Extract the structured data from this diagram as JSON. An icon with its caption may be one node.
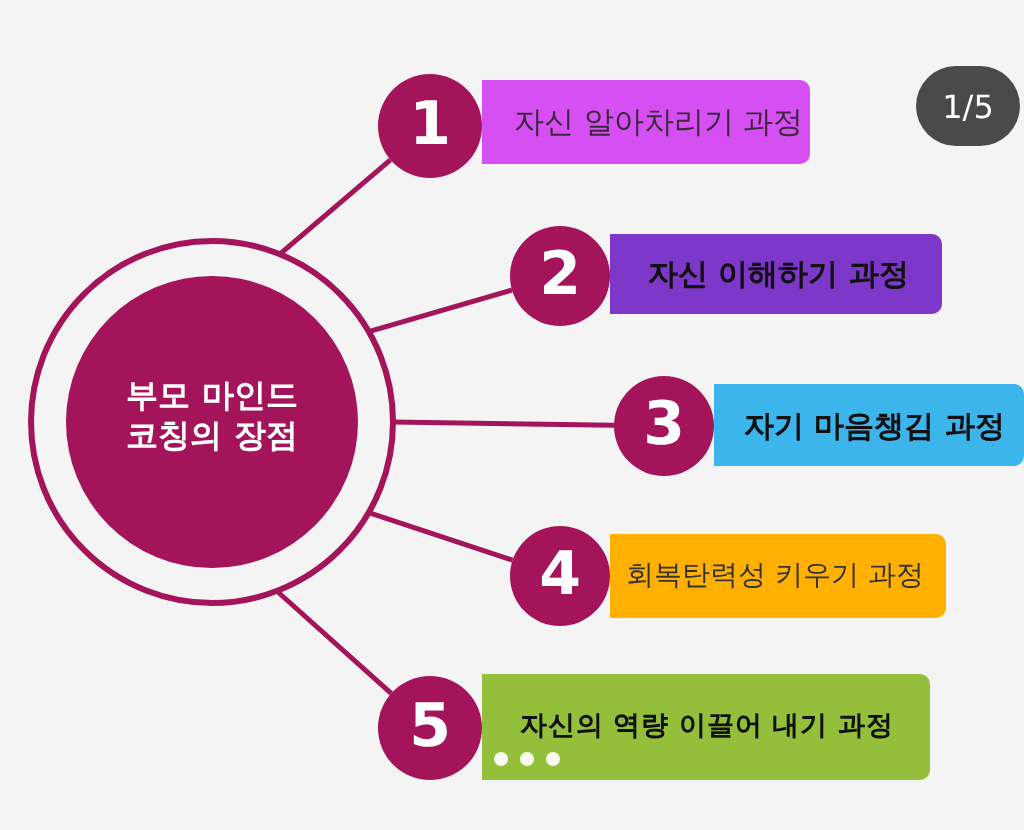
{
  "diagram": {
    "nodes": [
      {
        "text": [
          "부모 마인드 코칭의 장점"
        ]
      },
      {
        "text": [
          "1"
        ]
      },
      {
        "text": [
          "자신 알아차리기 과정"
        ]
      },
      {
        "text": [
          "2"
        ]
      },
      {
        "text": [
          "자신 이해하기 과정"
        ]
      },
      {
        "text": [
          "3"
        ]
      },
      {
        "text": [
          "자기 마음챙김 과정"
        ]
      },
      {
        "text": [
          "4"
        ]
      },
      {
        "text": [
          "회복탄력성 키우기 과정"
        ]
      },
      {
        "text": [
          "5"
        ]
      },
      {
        "text": [
          "자신의 역량 이끌어 내기 과정"
        ]
      }
    ],
    "edges": [
      {
        "from": 0,
        "to": 1,
        "arrow": "none"
      },
      {
        "from": 0,
        "to": 3,
        "arrow": "none"
      },
      {
        "from": 0,
        "to": 5,
        "arrow": "none"
      },
      {
        "from": 0,
        "to": 7,
        "arrow": "none"
      },
      {
        "from": 0,
        "to": 9,
        "arrow": "none"
      }
    ],
    "labels": [
      "1/5"
    ]
  }
}
